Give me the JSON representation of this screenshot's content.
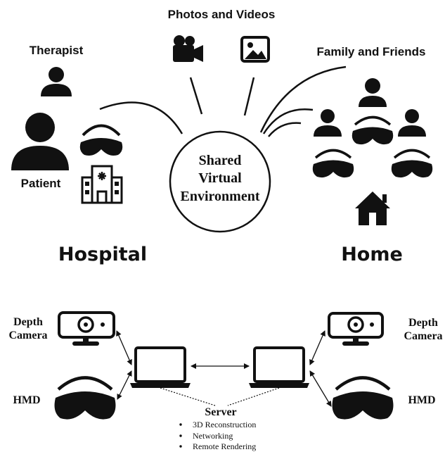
{
  "top": {
    "photos_videos": "Photos and Videos",
    "therapist": "Therapist",
    "family_friends": "Family and Friends",
    "patient": "Patient",
    "center_line1": "Shared",
    "center_line2": "Virtual",
    "center_line3": "Environment",
    "hospital": "Hospital",
    "home": "Home"
  },
  "bottom": {
    "depth_camera_left_1": "Depth",
    "depth_camera_left_2": "Camera",
    "hmd_left": "HMD",
    "depth_camera_right_1": "Depth",
    "depth_camera_right_2": "Camera",
    "hmd_right": "HMD",
    "server_title": "Server",
    "server_items": [
      "3D Reconstruction",
      "Networking",
      "Remote Rendering"
    ]
  },
  "icons": {
    "video": "video-camera-icon",
    "image": "image-icon",
    "person": "person-icon",
    "hmd": "vr-headset-icon",
    "hospital": "hospital-icon",
    "house": "house-icon",
    "camera": "depth-camera-icon",
    "laptop": "laptop-icon"
  }
}
